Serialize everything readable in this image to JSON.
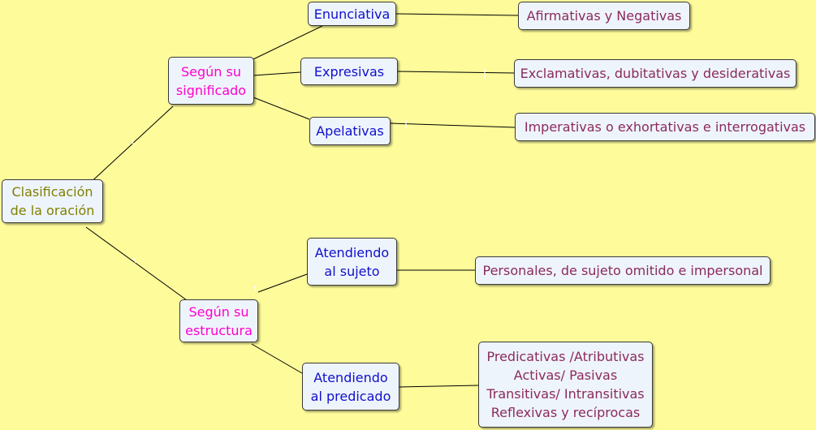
{
  "root": {
    "label": "Clasificación\nde la oración"
  },
  "categories": [
    {
      "label": "Según su\nsignificado",
      "children": [
        {
          "label": "Enunciativa",
          "detail": "Afirmativas y Negativas"
        },
        {
          "label": "Expresivas",
          "detail": "Exclamativas, dubitativas y desiderativas"
        },
        {
          "label": "Apelativas",
          "detail": "Imperativas o exhortativas e interrogativas"
        }
      ]
    },
    {
      "label": "Según su\nestructura",
      "children": [
        {
          "label": "Atendiendo\nal sujeto",
          "detail": "Personales, de sujeto omitido e impersonal"
        },
        {
          "label": "Atendiendo\nal predicado",
          "detail": "Predicativas /Atributivas\nActivas/ Pasivas\nTransitivas/ Intransitivas\nReflexivas y recíprocas"
        }
      ]
    }
  ],
  "colors": {
    "background": "#fdfb9a",
    "node_fill": "#eef4fb",
    "root_text": "#808000",
    "category_text": "#ff00cc",
    "sub_text": "#1010cc",
    "detail_text": "#8b2a5e"
  }
}
